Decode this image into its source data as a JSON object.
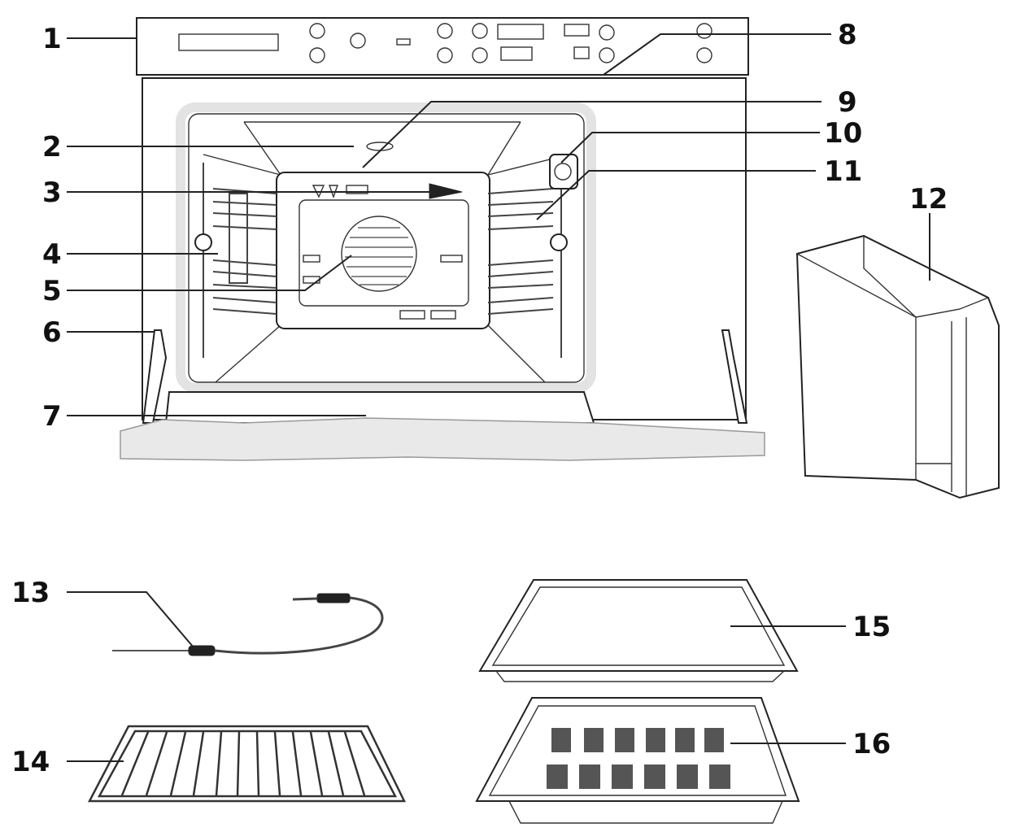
{
  "diagram": {
    "callouts": [
      {
        "id": "1",
        "text": "1"
      },
      {
        "id": "2",
        "text": "2"
      },
      {
        "id": "3",
        "text": "3"
      },
      {
        "id": "4",
        "text": "4"
      },
      {
        "id": "5",
        "text": "5"
      },
      {
        "id": "6",
        "text": "6"
      },
      {
        "id": "7",
        "text": "7"
      },
      {
        "id": "8",
        "text": "8"
      },
      {
        "id": "9",
        "text": "9"
      },
      {
        "id": "10",
        "text": "10"
      },
      {
        "id": "11",
        "text": "11"
      },
      {
        "id": "12",
        "text": "12"
      },
      {
        "id": "13",
        "text": "13"
      },
      {
        "id": "14",
        "text": "14"
      },
      {
        "id": "15",
        "text": "15"
      },
      {
        "id": "16",
        "text": "16"
      }
    ],
    "components": [
      "control-panel",
      "oven-cavity",
      "water-tank",
      "meat-probe",
      "wire-rack",
      "baking-tray",
      "perforated-tray"
    ]
  }
}
